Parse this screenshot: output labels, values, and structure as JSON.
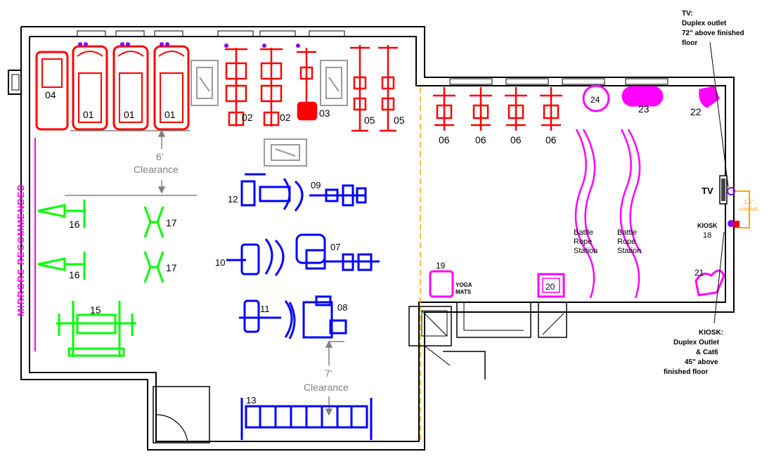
{
  "equipment_labels": {
    "e01": "01",
    "e02": "02",
    "e03": "03",
    "e04": "04",
    "e05": "05",
    "e06": "06",
    "e07": "07",
    "e08": "08",
    "e09": "09",
    "e10": "10",
    "e11": "11",
    "e12": "12",
    "e13": "13",
    "e15": "15",
    "e16": "16",
    "e17": "17",
    "e18": "18",
    "e19": "19",
    "e20": "20",
    "e21": "21",
    "e22": "22",
    "e23": "23",
    "e24": "24"
  },
  "text": {
    "mirrors": "MIRRORS RECOMMENDED",
    "clear_top_dim": "6'",
    "clear_top_word": "Clearance",
    "clear_bottom_dim": "7'",
    "clear_bottom_word": "Clearance",
    "battle_rope_line1": "Battle",
    "battle_rope_line2": "Rope",
    "battle_rope_line3": "Station",
    "yoga_line1": "YOGA",
    "yoga_line2": "MATS",
    "tv_label": "TV",
    "kiosk_label": "KIOSK",
    "conduit_line1": "1.5\"",
    "conduit_line2": "conduit",
    "tv_note_line1": "TV:",
    "tv_note_line2": "Duplex outlet",
    "tv_note_line3": "72\" above finished",
    "tv_note_line4": "floor",
    "kiosk_note_line1": "KIOSK:",
    "kiosk_note_line2": "Duplex Outlet",
    "kiosk_note_line3": "& Cat6",
    "kiosk_note_line4": "45\" above",
    "kiosk_note_line5": "finished floor"
  },
  "colors": {
    "cardio_red": "#ff0000",
    "strength_blue": "#0000ff",
    "free_weight_green": "#00ff00",
    "functional_magenta": "#ff00ff",
    "existing_gray": "#9a9a9a",
    "conduit_orange": "#ffa500",
    "wall_black": "#000000"
  }
}
